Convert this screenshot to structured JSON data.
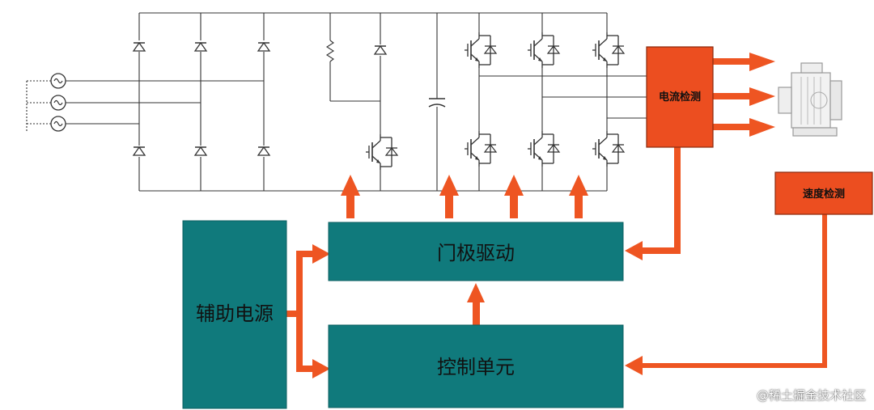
{
  "blocks": {
    "gate_drive": "门极驱动",
    "control_unit": "控制单元",
    "aux_power": "辅助电源",
    "current_detect": "电流检测",
    "speed_detect": "速度检测"
  },
  "watermark": "@稀土掘金技术社区",
  "colors": {
    "teal_block": "#107a7c",
    "orange_arrow": "#ee5522",
    "red_block": "#ec4e20",
    "wire": "#333333"
  }
}
